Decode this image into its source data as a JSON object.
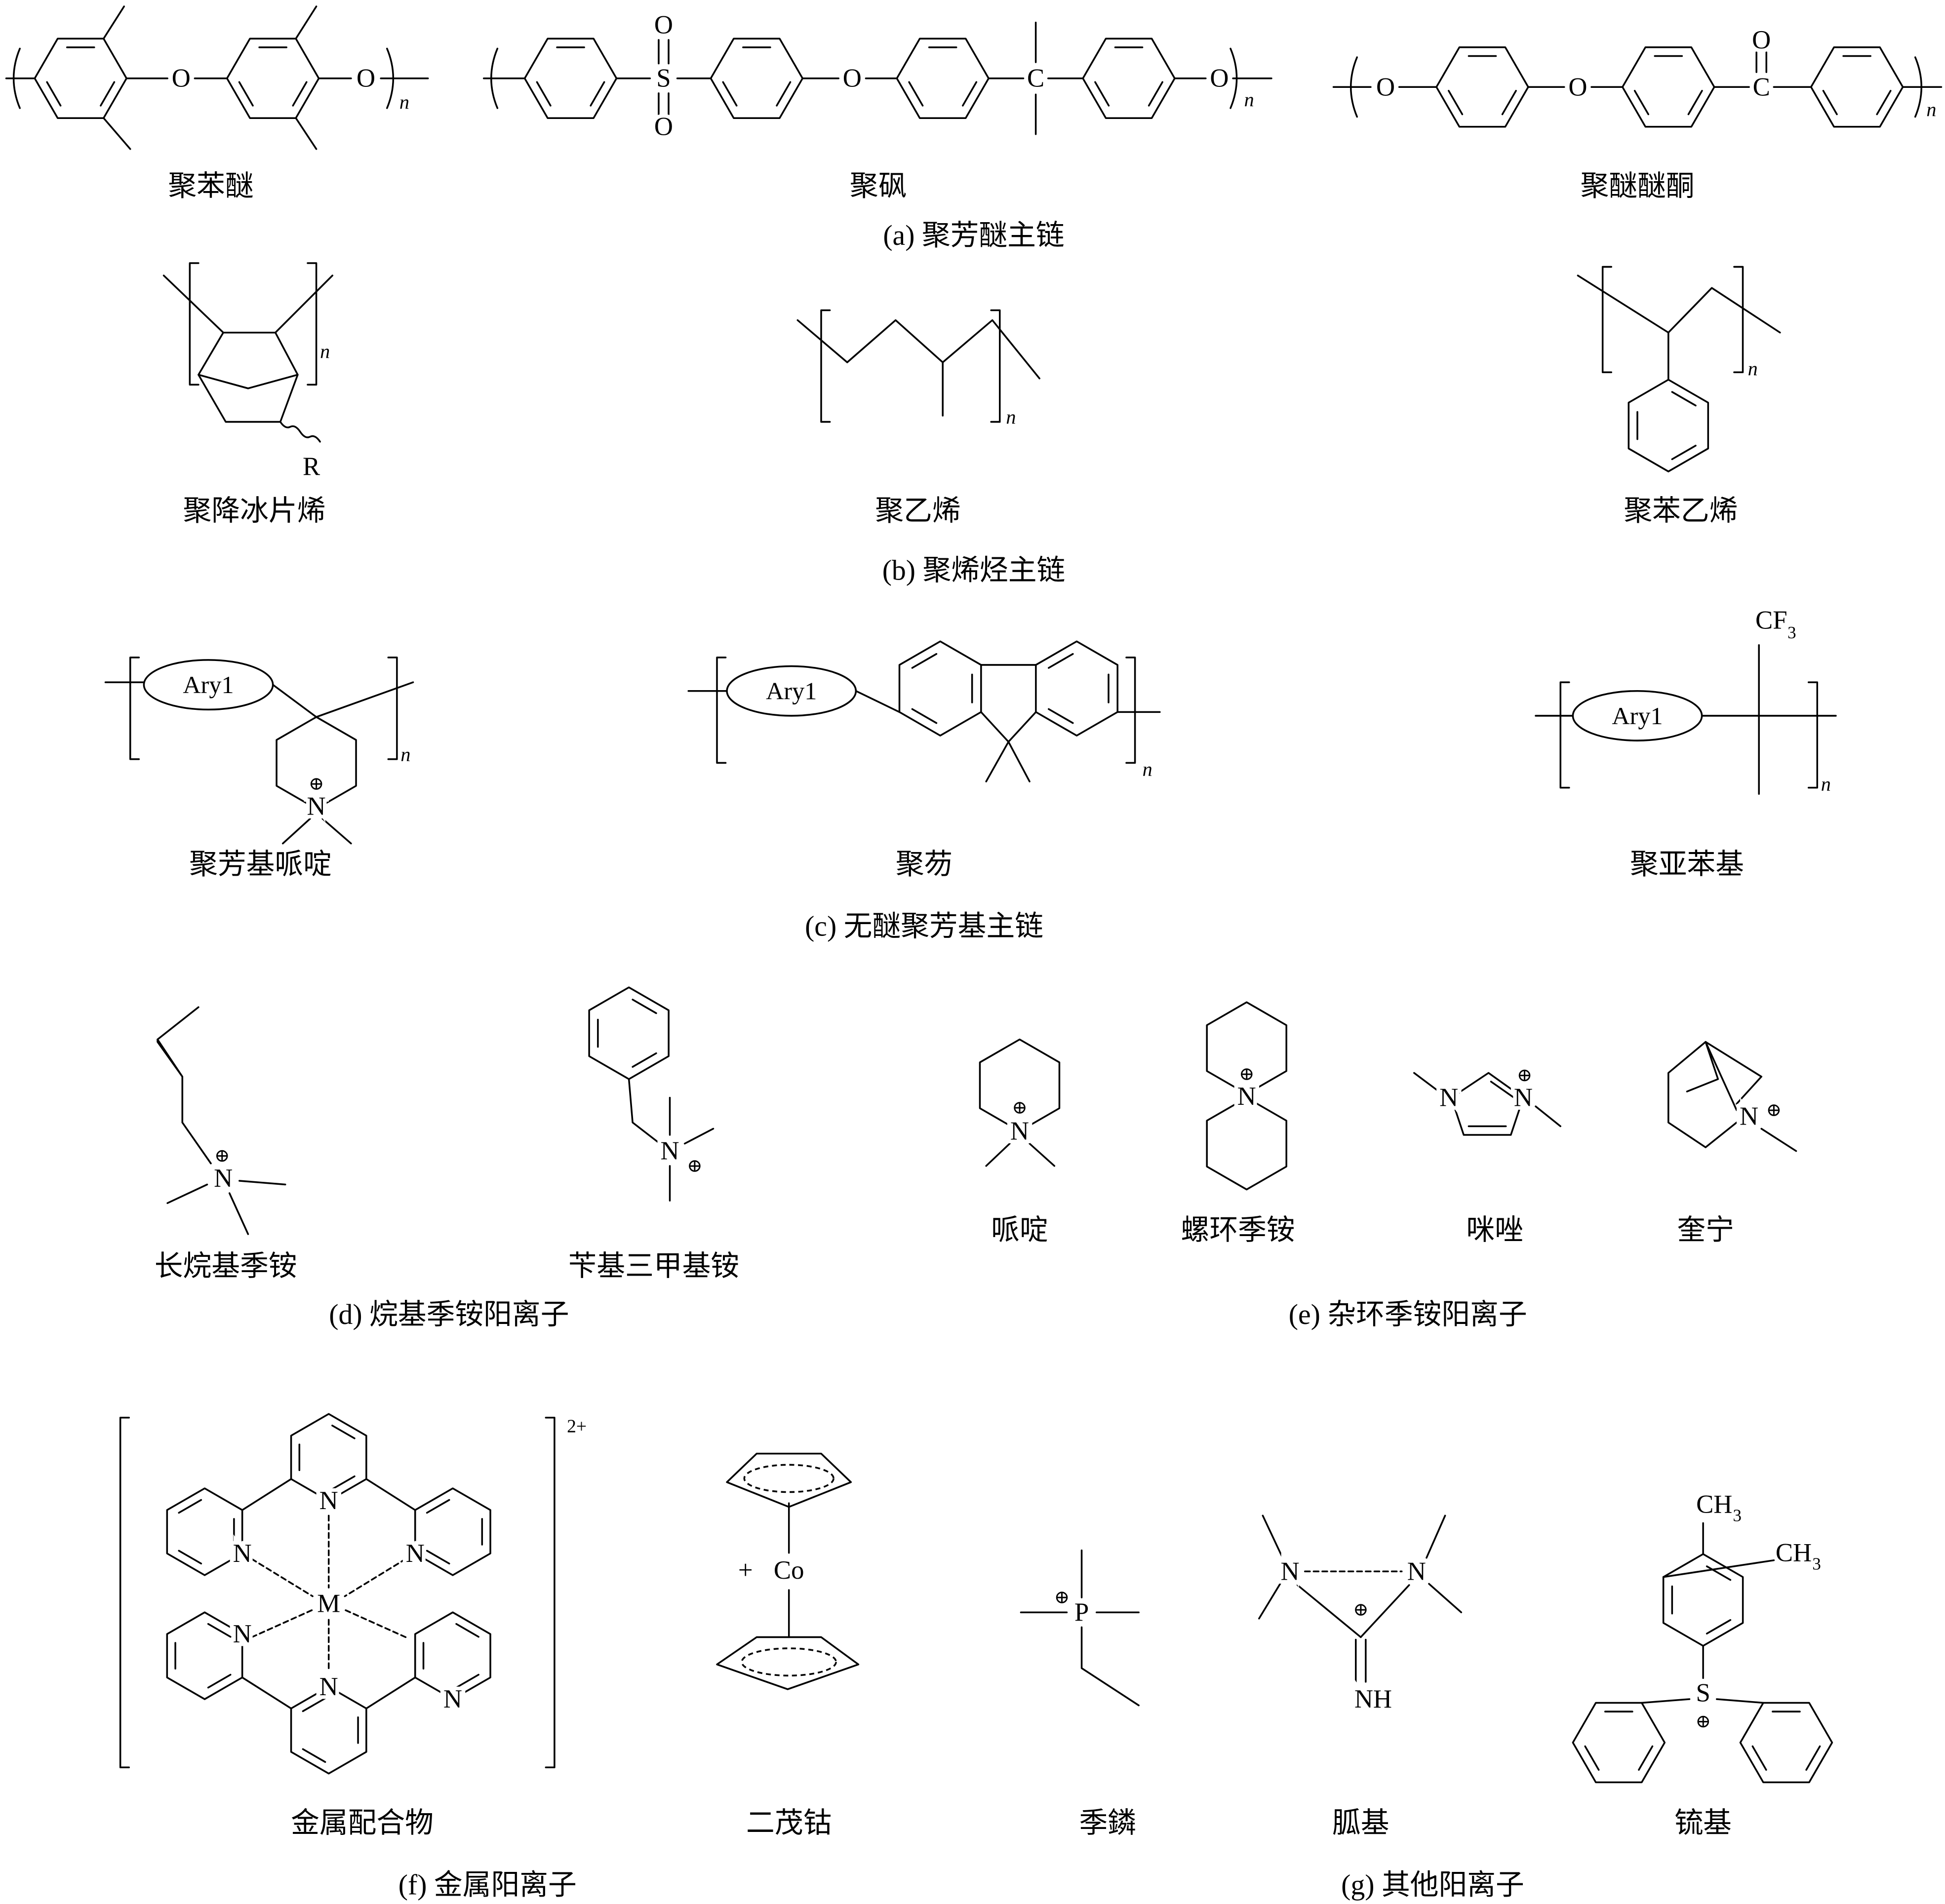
{
  "molecules": {
    "ppo": "聚苯醚",
    "psf": "聚砜",
    "peek": "聚醚醚酮",
    "pnb": "聚降冰片烯",
    "pe": "聚乙烯",
    "ps": "聚苯乙烯",
    "pap": "聚芳基哌啶",
    "pf": "聚芴",
    "pp": "聚亚苯基",
    "lqa": "长烷基季铵",
    "bta": "苄基三甲基铵",
    "pip": "哌啶",
    "spiro": "螺环季铵",
    "imid": "咪唑",
    "quin": "奎宁",
    "metal": "金属配合物",
    "cobalt": "二茂钴",
    "phos": "季鏻",
    "guan": "胍基",
    "sulf": "锍基"
  },
  "captions": {
    "a": "(a) 聚芳醚主链",
    "b": "(b) 聚烯烃主链",
    "c": "(c) 无醚聚芳基主链",
    "d": "(d) 烷基季铵阳离子",
    "e": "(e) 杂环季铵阳离子",
    "f": "(f) 金属阳离子",
    "g": "(g) 其他阳离子"
  },
  "atoms": {
    "O": "O",
    "S": "S",
    "C": "C",
    "n": "n",
    "R": "R",
    "Ary1": "Ary1",
    "CF": "CF",
    "sub3": "3",
    "N": "N",
    "cation": "⊕",
    "M": "M",
    "Co": "Co",
    "plus": "+",
    "P": "P",
    "NH": "NH",
    "CH": "CH",
    "charge": "2+"
  }
}
